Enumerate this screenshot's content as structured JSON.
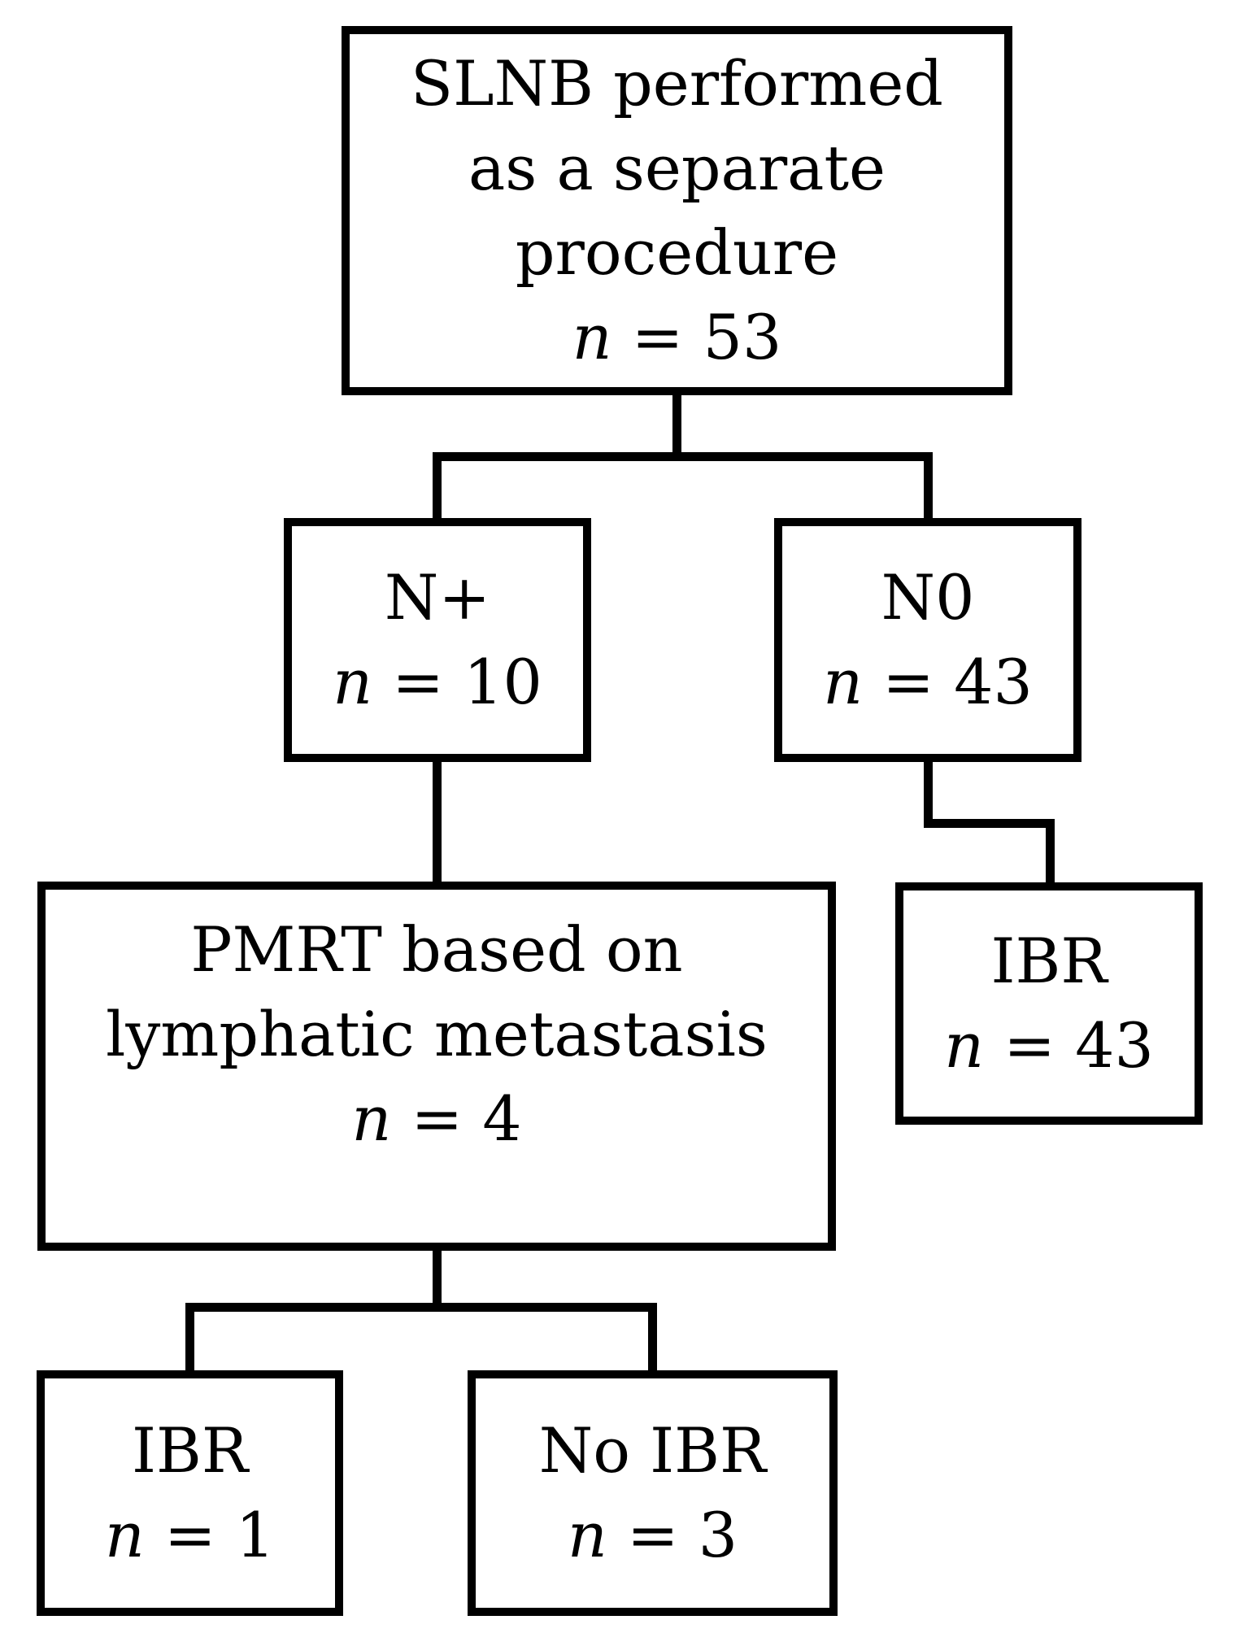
{
  "diagram": {
    "type": "flowchart",
    "background_color": "#ffffff",
    "line_color": "#000000",
    "text_color": "#000000",
    "nodes": {
      "slnb": {
        "lines": [
          "SLNB performed",
          "as a separate",
          "procedure"
        ],
        "n_label": "n",
        "n_value": "= 53"
      },
      "n_plus": {
        "lines": [
          "N+"
        ],
        "n_label": "n",
        "n_value": "= 10"
      },
      "n0": {
        "lines": [
          "N0"
        ],
        "n_label": "n",
        "n_value": "= 43"
      },
      "pmrt": {
        "lines": [
          "PMRT based on",
          "lymphatic metastasis"
        ],
        "n_label": "n",
        "n_value": "= 4"
      },
      "ibr_from_n0": {
        "lines": [
          "IBR"
        ],
        "n_label": "n",
        "n_value": "= 43"
      },
      "ibr_from_pmrt": {
        "lines": [
          "IBR"
        ],
        "n_label": "n",
        "n_value": "= 1"
      },
      "no_ibr": {
        "lines": [
          "No IBR"
        ],
        "n_label": "n",
        "n_value": "= 3"
      }
    },
    "edges": [
      {
        "from": "slnb",
        "to": "n_plus"
      },
      {
        "from": "slnb",
        "to": "n0"
      },
      {
        "from": "n_plus",
        "to": "pmrt"
      },
      {
        "from": "n0",
        "to": "ibr_from_n0"
      },
      {
        "from": "pmrt",
        "to": "ibr_from_pmrt"
      },
      {
        "from": "pmrt",
        "to": "no_ibr"
      }
    ]
  }
}
